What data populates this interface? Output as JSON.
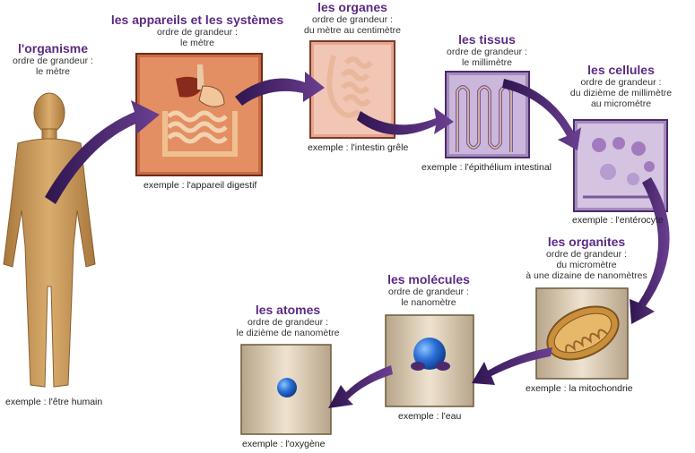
{
  "levels": [
    {
      "title": "l'organisme",
      "order": "ordre de grandeur :",
      "scale": "le mètre",
      "example": "exemple : l'être humain"
    },
    {
      "title": "les appareils et les systèmes",
      "order": "ordre de grandeur :",
      "scale": "le mètre",
      "example": "exemple : l'appareil digestif"
    },
    {
      "title": "les organes",
      "order": "ordre de grandeur :",
      "scale": "du mètre au centimètre",
      "example": "exemple : l'intestin grêle"
    },
    {
      "title": "les tissus",
      "order": "ordre de grandeur :",
      "scale": "le millimètre",
      "example": "exemple : l'épithélium intestinal"
    },
    {
      "title": "les cellules",
      "order": "ordre de grandeur :",
      "scale": "du dizième de millimètre",
      "scale2": "au micromètre",
      "example": "exemple : l'entérocyte"
    },
    {
      "title": "les organites",
      "order": "ordre de grandeur :",
      "scale": "du micromètre",
      "scale2": "à une dizaine de nanomètres",
      "example": "exemple : la mitochondrie"
    },
    {
      "title": "les molécules",
      "order": "ordre de grandeur :",
      "scale": "le nanomètre",
      "example": "exemple : l'eau"
    },
    {
      "title": "les atomes",
      "order": "ordre de grandeur :",
      "scale": "le dizième de nanomètre",
      "example": "exemple : l'oxygène"
    }
  ],
  "colors": {
    "arrow": "#4b2a6e",
    "title": "#5b2a82",
    "skin": "#c99a5b"
  }
}
